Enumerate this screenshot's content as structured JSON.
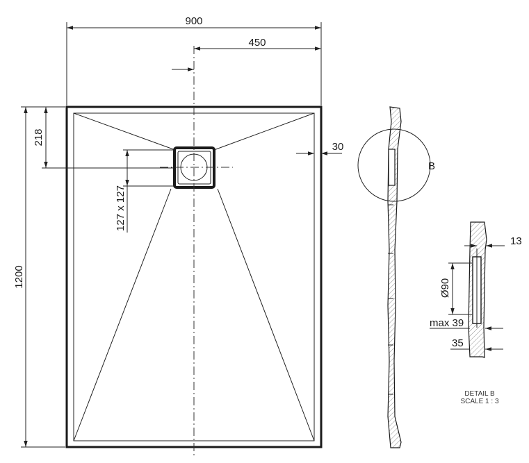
{
  "dimensions": {
    "width_total": "900",
    "width_half": "450",
    "height_total": "1200",
    "drain_offset": "218",
    "drain_size": "127 x 127",
    "rim": "30"
  },
  "side_view": {
    "detail_marker": "B"
  },
  "detail": {
    "dim_top": "13",
    "dim_diameter": "Ø90",
    "dim_max": "max 39",
    "dim_bottom": "35",
    "caption_line1": "DETAIL B",
    "caption_line2": "SCALE 1 : 3"
  }
}
